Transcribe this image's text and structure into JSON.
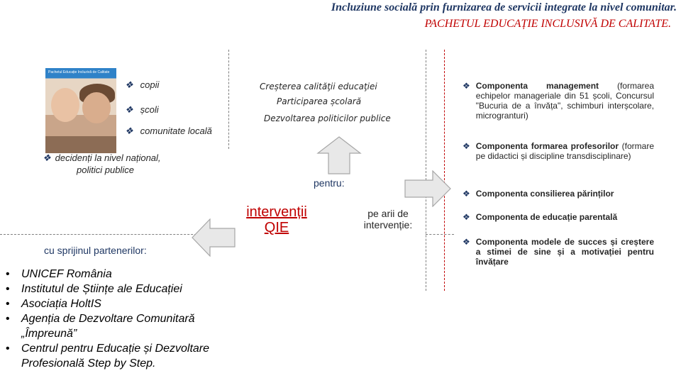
{
  "header": {
    "title": "Incluziune socială prin furnizarea de servicii integrate la nivel comunitar.",
    "subtitle": "PACHETUL EDUCAȚIE INCLUSIVĂ DE CALITATE."
  },
  "photo": {
    "caption": "Pachetul Educație Incluzivă de Calitate"
  },
  "beneficiaries": [
    "copii",
    "școli",
    "comunitate locală"
  ],
  "decision": {
    "line1": "decidenți la nivel național,",
    "line2": "politici publice"
  },
  "outcomes": [
    "Creșterea calităţii educaţiei",
    "Participarea școlară",
    "Dezvoltarea politicilor publice"
  ],
  "center": {
    "pentru": "pentru:",
    "interventii_line1": "intervenții",
    "interventii_line2": "QIE",
    "arii_line1": "pe arii de",
    "arii_line2": "intervenție:"
  },
  "partners_label": "cu sprijinul partenerilor:",
  "partners": [
    "UNICEF România",
    " Institutul de Științe ale Educației",
    "Asociația HoltIS",
    "Agenția de Dezvoltare Comunitară „Împreună”",
    "Centrul pentru Educație și Dezvoltare Profesională Step by Step."
  ],
  "components": [
    {
      "bold": "Componenta management",
      "rest": " (formarea echipelor manageriale din 51 școli, Concursul \"Bucuria de a învăța\", schimburi interșcolare, microgranturi)"
    },
    {
      "bold": "Componenta formarea profesorilor",
      "rest": " (formare pe didactici și discipline transdisciplinare)"
    },
    {
      "bold": "Componenta consilierea părinților",
      "rest": ""
    },
    {
      "bold": "Componenta de educație parentală",
      "rest": ""
    },
    {
      "bold": "Componenta modele de succes și creștere a stimei de sine și a motivației pentru învățare",
      "rest": ""
    }
  ],
  "colors": {
    "navy": "#1f3763",
    "red": "#c00000",
    "arrow_fill": "#e8e8e8",
    "arrow_stroke": "#a6a6a6"
  },
  "icons": {
    "bullet": "diamond-bullet-icon",
    "arrow": "block-arrow-icon"
  }
}
